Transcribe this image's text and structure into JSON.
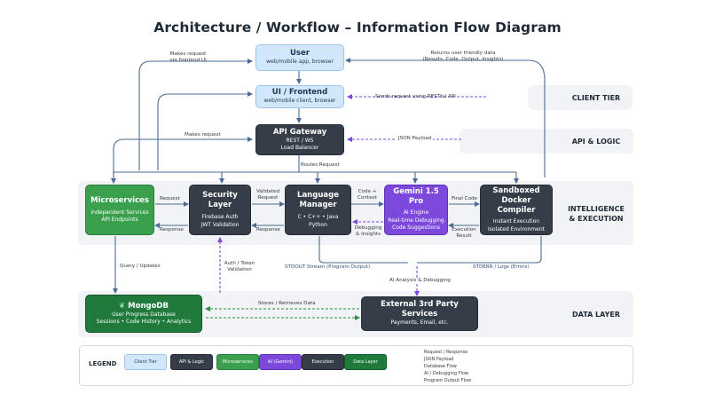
{
  "title": "Architecture / Workflow – Information Flow Diagram",
  "tiers": {
    "client": "CLIENT TIER",
    "api": "API & LOGIC",
    "intelligence_line1": "INTELLIGENCE",
    "intelligence_line2": "& EXECUTION",
    "data": "DATA LAYER"
  },
  "nodes": {
    "user": {
      "title": "User",
      "subtitle": "web/mobile app, browser"
    },
    "frontend": {
      "title": "UI / Frontend",
      "subtitle": "web/mobile client, browser"
    },
    "gateway": {
      "title": "API Gateway",
      "line1": "REST / WS",
      "line2": "Load Balancer"
    },
    "microservices": {
      "title": "Microservices",
      "line1": "Independent Services",
      "line2": "API Endpoints"
    },
    "security": {
      "title": "Security Layer",
      "line1": "Firebase Auth",
      "line2": "JWT Validation"
    },
    "language": {
      "title": "Language Manager",
      "line1": "C • C++ • Java",
      "line2": "Python"
    },
    "gemini": {
      "title": "Gemini 1.5 Pro",
      "line1": "AI Engine",
      "line2": "Real-time Debugging",
      "line3": "Code Suggestions"
    },
    "sandbox": {
      "title_line1": "Sandboxed Docker",
      "title_line2": "Compiler",
      "line1": "Instant Execution",
      "line2": "Isolated Environment"
    },
    "mongodb": {
      "title": "MongoDB",
      "line1": "User Progress Database",
      "line2": "Sessions • Code History • Analytics"
    },
    "external": {
      "title": "External 3rd Party Services",
      "line1": "Payments, Email, etc."
    }
  },
  "edges": {
    "makes_request_ui_line1": "Makes request",
    "makes_request_ui_line2": "via frontend UI",
    "returns_line1": "Returns user friendly data",
    "returns_line2": "(Results, Code, Output, Insights)",
    "restful": "Sends request using RESTful API",
    "makes_request": "Makes request",
    "json_payload": "JSON Payload",
    "routes_request": "Routes Request",
    "request": "Request",
    "response_left": "Response",
    "validated_line1": "Validated",
    "validated_line2": "Request",
    "response_mid": "Response",
    "code_context_line1": "Code +",
    "code_context_line2": "Context",
    "debugging_line1": "Debugging",
    "debugging_line2": "& Insights",
    "final_code": "Final Code",
    "execution_line1": "Execution",
    "execution_line2": "Result",
    "stdout": "STDOUT Stream (Program Output)",
    "stderr": "STDERR / Logs (Errors)",
    "query_updates": "Query / Updates",
    "auth_token_line1": "Auth / Token",
    "auth_token_line2": "Validation",
    "ai_analysis": "AI Analysis & Debugging",
    "stores_retrieves": "Stores / Retrieves Data"
  },
  "legend": {
    "title": "LEGEND",
    "swatches": [
      "Client Tier",
      "API & Logic",
      "Microservices",
      "AI (Gemini)",
      "Execution",
      "Data Layer"
    ],
    "lines": [
      "Request / Response",
      "JSON Payload",
      "Database Flow",
      "AI / Debugging Flow",
      "Program Output Flow"
    ]
  },
  "colors": {
    "client": "#d3e7fb",
    "dark": "#353d48",
    "green": "#3aa04e",
    "purple": "#7c49dc",
    "data_green": "#1f7a3b",
    "flow_blue": "#4a6b93"
  }
}
